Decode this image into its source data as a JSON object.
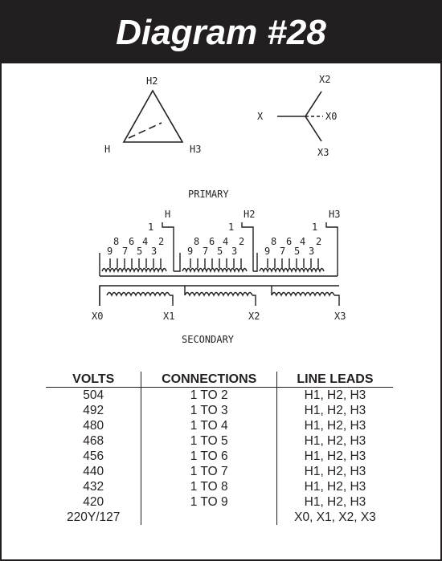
{
  "title": "Diagram #28",
  "delta": {
    "top": "H2",
    "left": "H",
    "right": "H3"
  },
  "wye": {
    "top": "X2",
    "left": "X",
    "right": "X0",
    "bottom": "X3"
  },
  "primary_label": "PRIMARY",
  "secondary_label": "SECONDARY",
  "coils": [
    {
      "lead": "H",
      "tap1": "1",
      "taps_top": [
        "8",
        "6",
        "4",
        "2"
      ],
      "taps_bottom": [
        "9",
        "7",
        "5",
        "3"
      ]
    },
    {
      "lead": "H2",
      "tap1": "1",
      "taps_top": [
        "8",
        "6",
        "4",
        "2"
      ],
      "taps_bottom": [
        "9",
        "7",
        "5",
        "3"
      ]
    },
    {
      "lead": "H3",
      "tap1": "1",
      "taps_top": [
        "8",
        "6",
        "4",
        "2"
      ],
      "taps_bottom": [
        "9",
        "7",
        "5",
        "3"
      ]
    }
  ],
  "secondary_leads": [
    "X0",
    "X1",
    "X2",
    "X3"
  ],
  "table": {
    "headers": [
      "VOLTS",
      "CONNECTIONS",
      "LINE LEADS"
    ],
    "rows": [
      [
        "504",
        "1 TO 2",
        "H1, H2, H3"
      ],
      [
        "492",
        "1 TO 3",
        "H1, H2, H3"
      ],
      [
        "480",
        "1 TO 4",
        "H1, H2, H3"
      ],
      [
        "468",
        "1 TO 5",
        "H1, H2, H3"
      ],
      [
        "456",
        "1 TO 6",
        "H1, H2, H3"
      ],
      [
        "440",
        "1 TO 7",
        "H1, H2, H3"
      ],
      [
        "432",
        "1 TO 8",
        "H1, H2, H3"
      ],
      [
        "420",
        "1 TO 9",
        "H1, H2, H3"
      ],
      [
        "220Y/127",
        "",
        "X0, X1, X2, X3"
      ]
    ]
  }
}
